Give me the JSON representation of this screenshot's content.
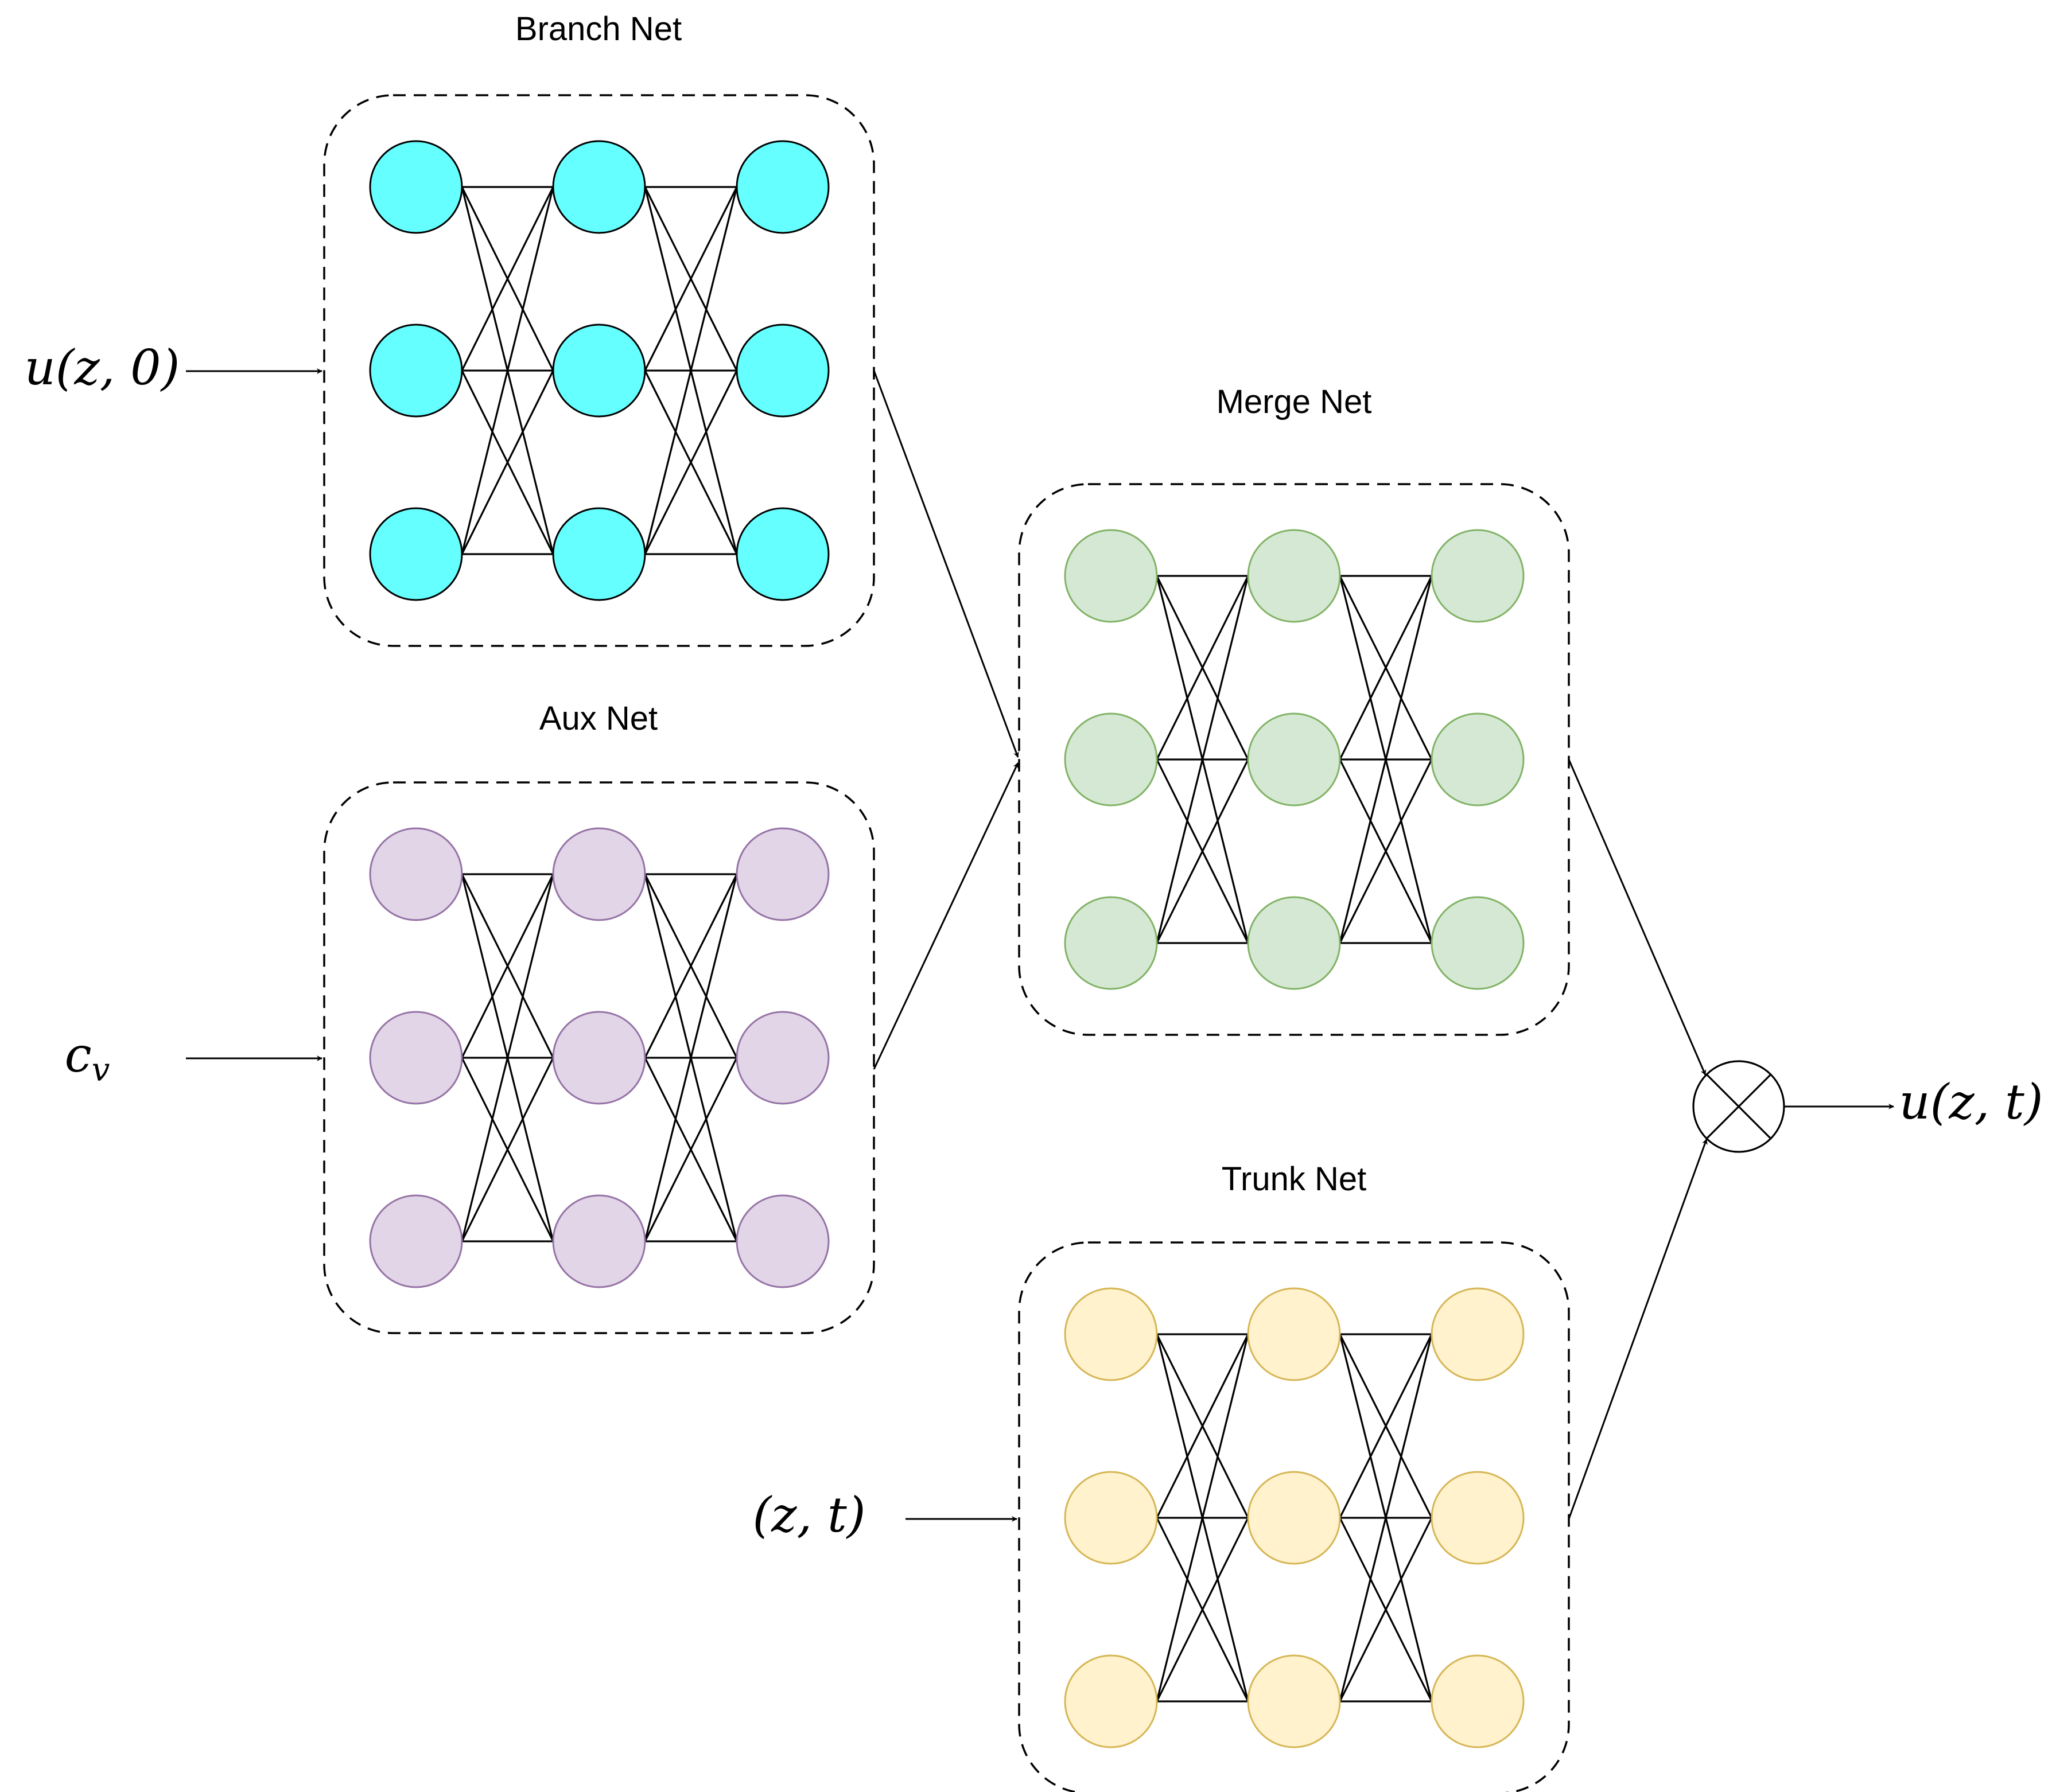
{
  "networks": {
    "branch": {
      "title": "Branch Net",
      "fill": "#66ffff",
      "stroke": "#000000"
    },
    "aux": {
      "title": "Aux Net",
      "fill": "#e1d5e7",
      "stroke": "#9673a6"
    },
    "merge": {
      "title": "Merge Net",
      "fill": "#d5e8d4",
      "stroke": "#82b366"
    },
    "trunk": {
      "title": "Trunk Net",
      "fill": "#fff2cc",
      "stroke": "#d6b656"
    }
  },
  "inputs": {
    "branch_input": "u(z, 0)",
    "aux_input_base": "c",
    "aux_input_sub": "v",
    "trunk_input": "(z, t)"
  },
  "output": {
    "label": "u(z, t)"
  },
  "operator": {
    "icon": "multiply-circle-icon"
  }
}
